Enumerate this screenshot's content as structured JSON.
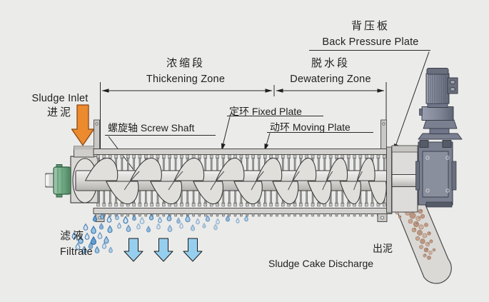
{
  "diagram": {
    "labels": {
      "sludge_inlet": {
        "en": "Sludge Inlet",
        "zh": "进泥"
      },
      "thickening_zone": {
        "zh": "浓缩段",
        "en": "Thickening Zone"
      },
      "dewatering_zone": {
        "zh": "脱水段",
        "en": "Dewatering Zone"
      },
      "back_pressure_plate": {
        "zh": "背压板",
        "en": "Back Pressure Plate"
      },
      "screw_shaft": {
        "text": "螺旋轴 Screw Shaft"
      },
      "fixed_plate": {
        "text": "定环 Fixed Plate"
      },
      "moving_plate": {
        "text": "动环 Moving Plate"
      },
      "filtrate": {
        "zh": "滤液",
        "en": "Filtrate"
      },
      "sludge_cake_discharge": {
        "zh": "出泥",
        "en": "Sludge Cake Discharge"
      }
    },
    "colors": {
      "background": "#ebebea",
      "line": "#2a2a2a",
      "machine_light": "#dedddb",
      "machine_mid": "#c9c8c5",
      "inlet_arrow_orange": "#ec8a2e",
      "filtrate_arrow_blue": "#96cfee",
      "droplet_blue": "#4a86c2",
      "bearing_green": "#6fa883",
      "motor_slate": "#868b99",
      "sludge_tan": "#c9a591"
    }
  }
}
